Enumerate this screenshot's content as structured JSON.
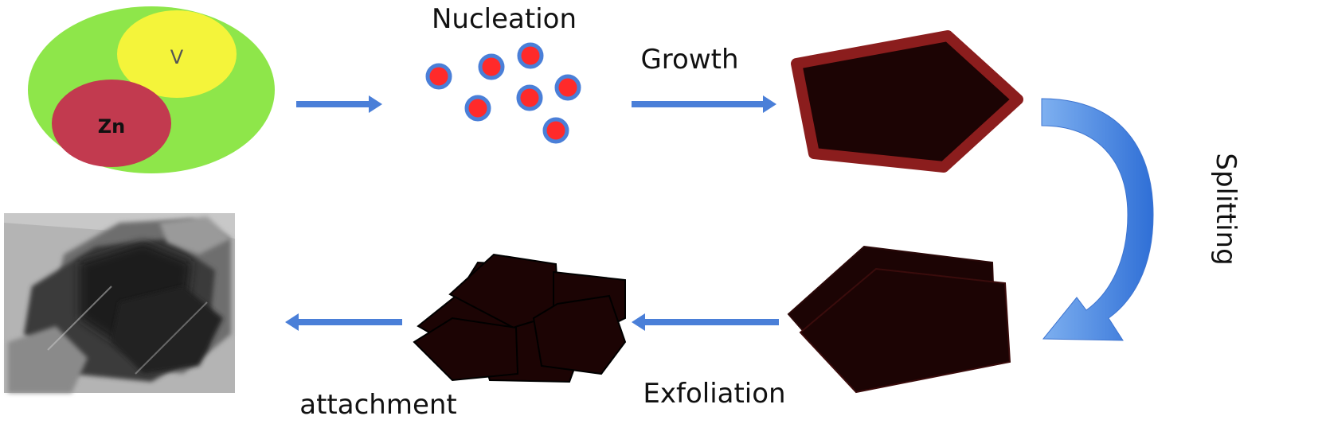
{
  "labels": {
    "vanadium": "V",
    "zinc": "Zn",
    "nucleation": "Nucleation",
    "growth": "Growth",
    "splitting": "Splitting",
    "exfoliation": "Exfoliation",
    "attachment": "attachment"
  },
  "colors": {
    "background": "#ffffff",
    "outer_ellipse": "#8ee64a",
    "vanadium_circle": "#f4f43a",
    "zinc_circle": "#c23a4f",
    "nucleus_fill": "#ff2a2a",
    "nucleus_ring": "#4a7fd8",
    "arrow_blue": "#4a7fd8",
    "crystal_fill": "#1c0404",
    "crystal_border": "#8b1d1d",
    "text": "#111111"
  },
  "icons": {
    "stage_arrows": "right-arrow",
    "return_arrows": "left-arrow",
    "splitting_arrow": "curved-down-arrow",
    "tem_image": "tem-micrograph"
  }
}
